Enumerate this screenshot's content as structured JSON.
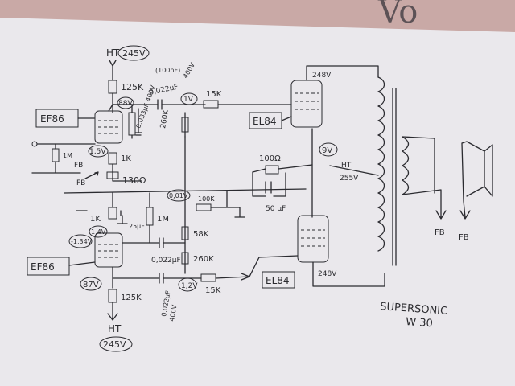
{
  "background_colors": {
    "paper": "#eae8ec",
    "wall": "#c9a9a6",
    "ink": "#2a2a2e"
  },
  "wall_text": "Vo",
  "title": {
    "line1": "SUPERSONIC",
    "line2": "W 30"
  },
  "tubes": {
    "ef86_top": "EF86",
    "ef86_bottom": "EF86",
    "el84_top": "EL84",
    "el84_bottom": "EL84"
  },
  "supply": {
    "ht_top_label": "HT",
    "ht_top_value": "245V",
    "ht_bottom_label": "HT",
    "ht_bottom_value": "245V",
    "ht_right_label": "HT",
    "ht_right_value": "255V"
  },
  "components": {
    "r_125k_top": "125K",
    "r_125k_bottom": "125K",
    "c_top_note": "(100pF)",
    "c_top": "0,022µF",
    "c_top_voltage": "400V",
    "r_15k_top": "15K",
    "r_15k_bottom": "15K",
    "c_033": "0,033µF 400V",
    "r_260k_top": "260K",
    "r_260k_bottom": "260K",
    "r_1m_in": "1M",
    "r_1k_top": "1K",
    "r_1k_bottom": "1K",
    "r_130r": "130Ω",
    "r_100r": "100Ω",
    "c_50uf": "50 µF",
    "r_100k": "100K",
    "r_1m_mid": "1M",
    "c_25uf": "25µF",
    "c_0022": "0,022µF",
    "r_58k": "58K",
    "c_bottom": "0,022µF",
    "c_bottom_voltage": "400V"
  },
  "voltages": {
    "v_88": "88V",
    "v_1_top": "1V",
    "v_1_5": "1,5V",
    "v_248_top": "248V",
    "v_9": "9V",
    "v_0_011": "0,01V",
    "v_1_34": "-1,34V",
    "v_1_4": "1,4V",
    "v_87": "87V",
    "v_1_2": "1,2V",
    "v_248_bottom": "248V"
  },
  "heater_labels": {
    "fb1": "FB",
    "fb2": "FB",
    "fb_right1": "FB",
    "fb_right2": "FB"
  }
}
